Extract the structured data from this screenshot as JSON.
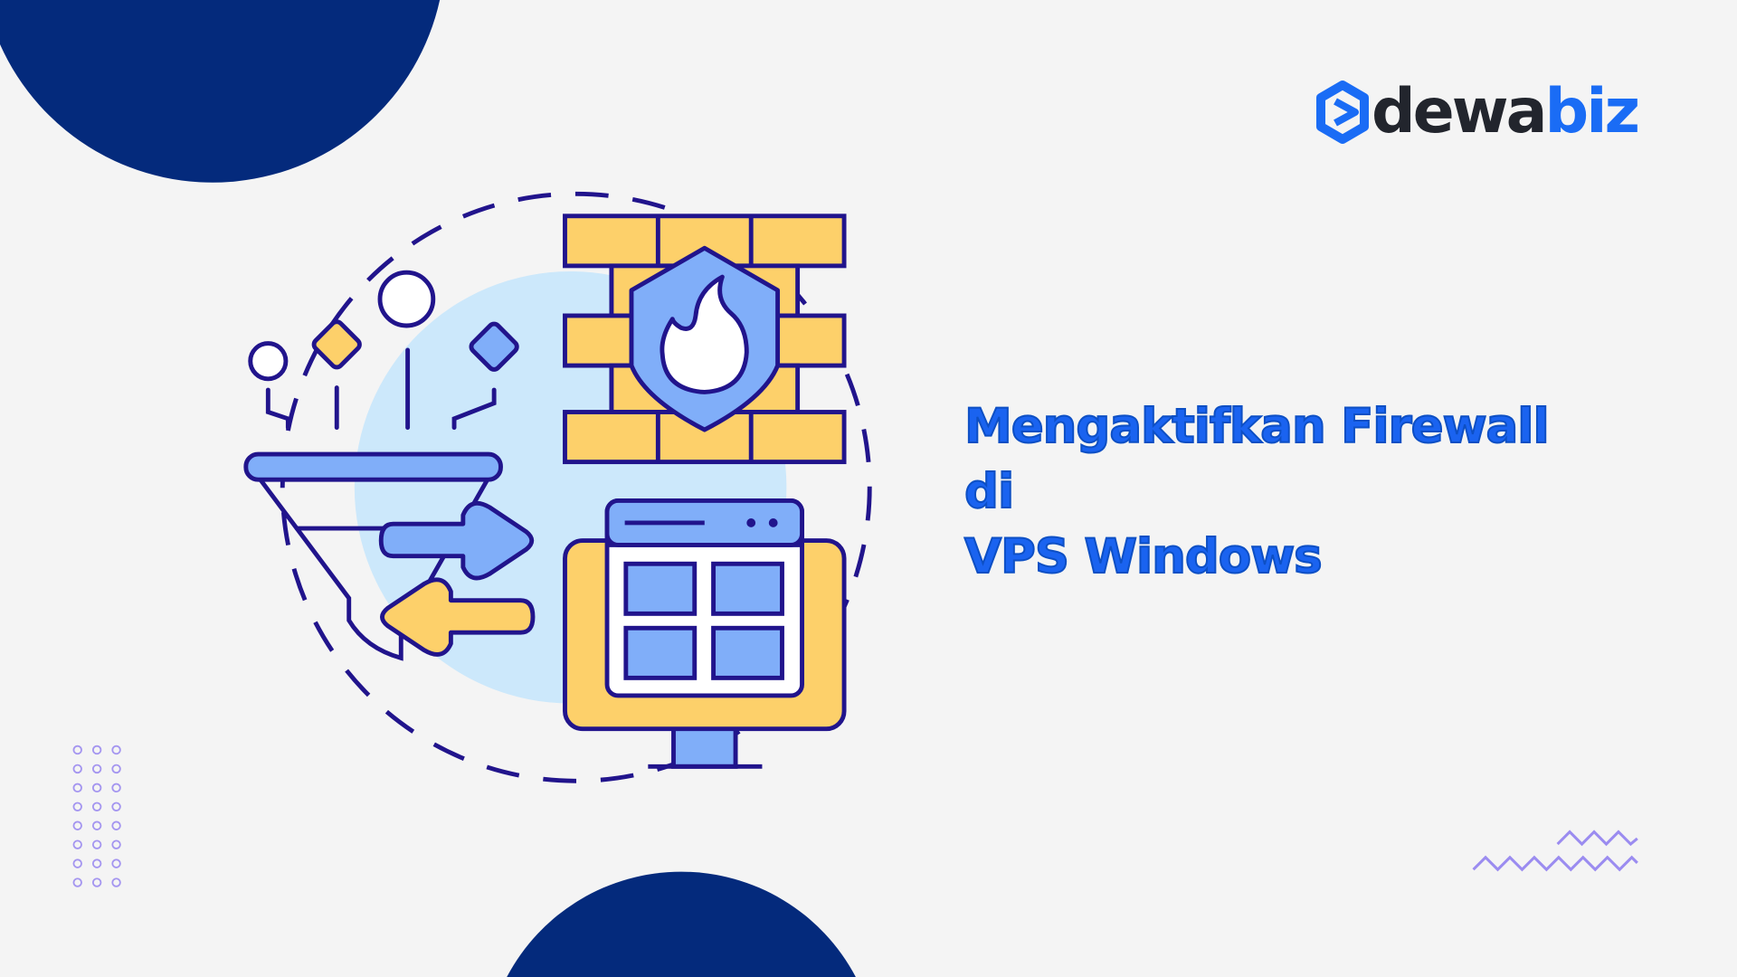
{
  "brand": {
    "logo_part1": "dewa",
    "logo_part2": "biz",
    "logo_icon": "dewabiz-logo-icon"
  },
  "headline": {
    "line1": "Mengaktifkan Firewall di",
    "line2": "VPS Windows"
  },
  "colors": {
    "navy": "#042a7c",
    "accent": "#1a63f0",
    "outline": "#21148c",
    "yellow": "#fdd06a",
    "blue": "#80aef9",
    "light_blue": "#cce8fb",
    "purple": "#9b8cf0"
  }
}
